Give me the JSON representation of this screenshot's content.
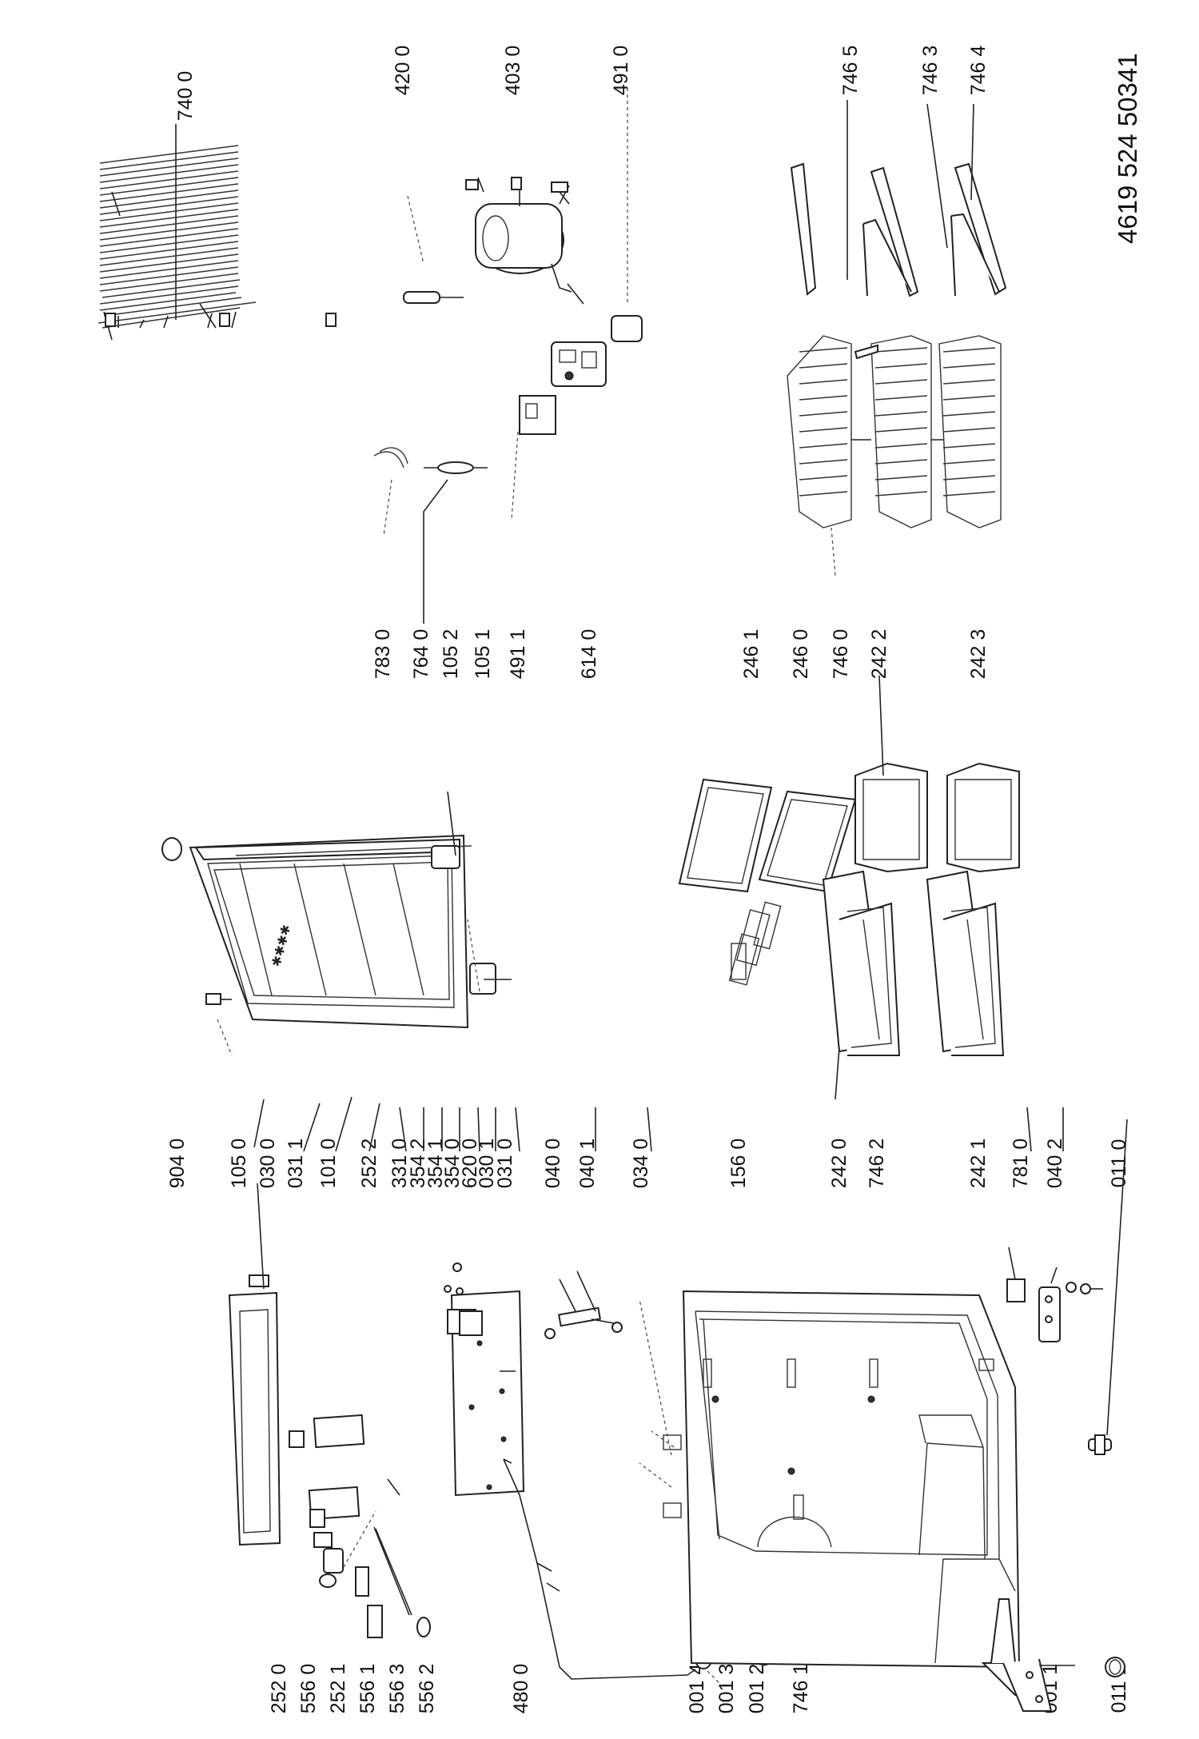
{
  "document_number": "4619 524 50341",
  "part_labels": {
    "top": [
      "740 0",
      "420 0",
      "403 0",
      "491 0",
      "746 5",
      "746 3",
      "746 4"
    ],
    "middle": [
      "783 0",
      "764 0",
      "105 2",
      "105 1",
      "491 1",
      "614 0",
      "246 1",
      "246 0",
      "746 0",
      "242 2",
      "242 3"
    ],
    "upper_bottom": [
      "904 0",
      "105 0",
      "030 0",
      "031 1",
      "101 0",
      "252 2",
      "331 0",
      "354 2",
      "354 1",
      "354 0",
      "620 0",
      "030 1",
      "031 0",
      "040 0",
      "040 1",
      "034 0",
      "156 0",
      "242 0",
      "746 2",
      "242 1",
      "781 0",
      "040 2",
      "011 0"
    ],
    "lower_bottom": [
      "252 0",
      "556 0",
      "252 1",
      "556 1",
      "556 3",
      "556 2",
      "480 0",
      "001 4",
      "001 3",
      "001 2",
      "746 1",
      "001 1",
      "011 1"
    ]
  }
}
